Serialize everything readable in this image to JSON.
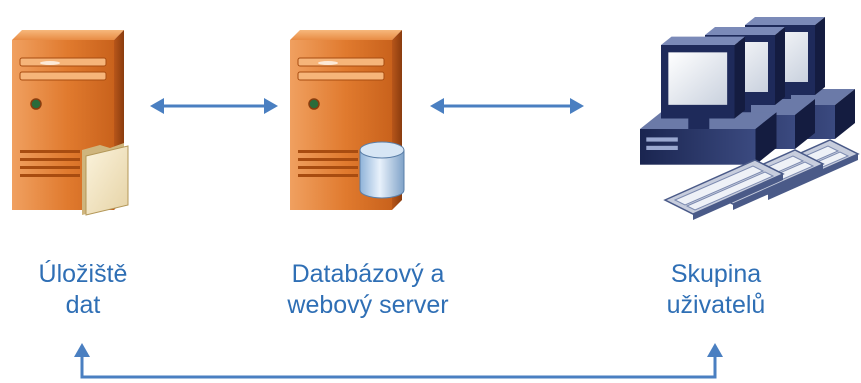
{
  "diagram": {
    "nodes": [
      {
        "id": "storage",
        "icon": "file-server-icon",
        "label_lines": [
          "Úložiště",
          "dat"
        ]
      },
      {
        "id": "server",
        "icon": "database-server-icon",
        "label_lines": [
          "Databázový a",
          "webový server"
        ]
      },
      {
        "id": "users",
        "icon": "workstation-group-icon",
        "label_lines": [
          "Skupina",
          "uživatelů"
        ]
      }
    ],
    "edges": [
      {
        "from": "storage",
        "to": "server",
        "direction": "bidirectional"
      },
      {
        "from": "server",
        "to": "users",
        "direction": "bidirectional"
      },
      {
        "from": "storage",
        "to": "users",
        "direction": "bidirectional",
        "route": "below-labels"
      }
    ],
    "colors": {
      "arrow": "#4a7fc1",
      "label": "#2f6fb5",
      "server_body": "#e07a2e",
      "server_shade": "#a84c10",
      "monitor": "#1e2a5a",
      "keyboard": "#d9dde8"
    }
  }
}
